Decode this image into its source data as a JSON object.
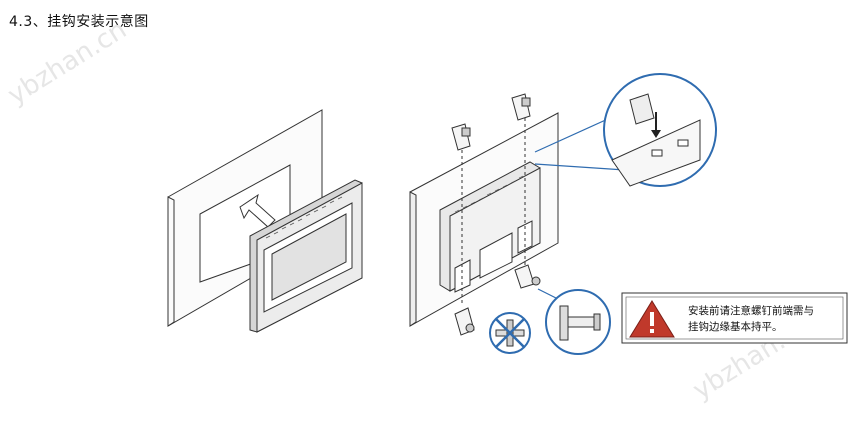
{
  "page": {
    "title": "4.3、挂钩安装示意图"
  },
  "warning": {
    "line1": "安装前请注意螺钉前端需与",
    "line2": "挂钩边缘基本持平。",
    "icon": "exclamation-triangle-icon",
    "icon_color": "#c0392b"
  },
  "watermark": "ybzhan.cn",
  "colors": {
    "accent_blue": "#2f6cb0",
    "line": "#333333"
  }
}
